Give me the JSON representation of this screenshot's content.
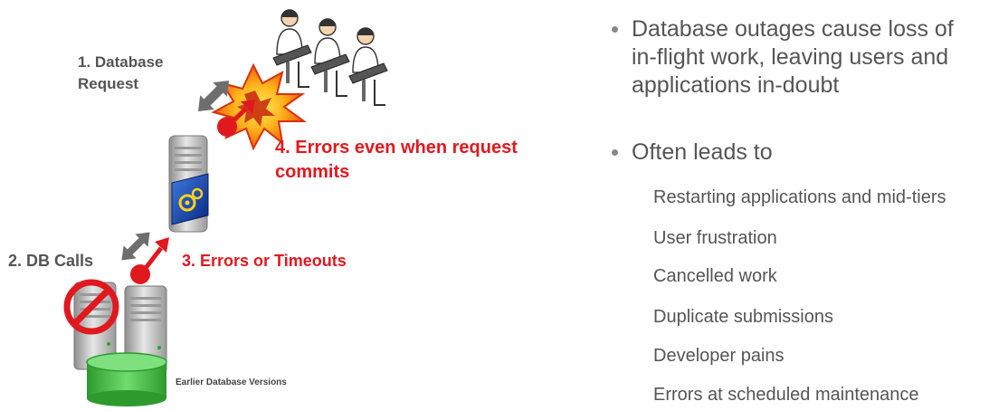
{
  "diagram": {
    "label_database_request": [
      "1. Database",
      "Request"
    ],
    "label_db_calls": "2. DB Calls",
    "label_errors_timeouts": "3. Errors or Timeouts",
    "label_errors_commit": [
      "4. Errors even when request",
      "commits"
    ],
    "label_earlier_versions": "Earlier Database Versions",
    "colors": {
      "error_red": "#e0191f",
      "label_grey": "#555555",
      "db_green": "#3cb43c",
      "arrow_grey": "#6e6e6e"
    }
  },
  "bullets": {
    "main": [
      [
        "Database outages cause loss of",
        "in-flight work, leaving users and",
        "applications in-doubt"
      ],
      [
        "Often leads to"
      ]
    ],
    "sub": [
      "Restarting applications and mid-tiers",
      "User frustration",
      "Cancelled work",
      "Duplicate submissions",
      "Developer pains",
      "Errors at scheduled maintenance"
    ]
  }
}
